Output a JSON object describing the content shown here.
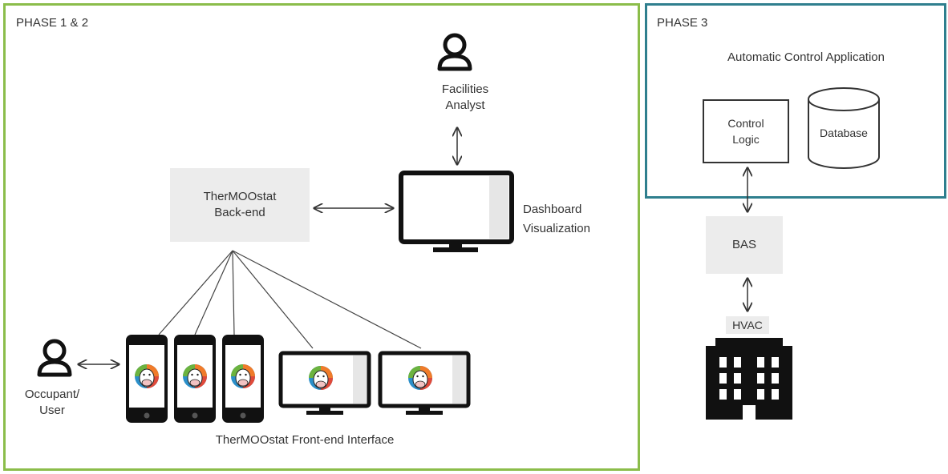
{
  "phase12": {
    "title": "PHASE 1 & 2",
    "facilities_analyst": [
      "Facilities",
      "Analyst"
    ],
    "backend": [
      "TherMOOstat",
      "Back-end"
    ],
    "dashboard": [
      "Dashboard",
      "Visualization"
    ],
    "occupant": [
      "Occupant/",
      "User"
    ],
    "frontend_label": "TherMOOstat Front-end Interface"
  },
  "phase3": {
    "title": "PHASE 3",
    "app_title": "Automatic Control Application",
    "control_logic": [
      "Control",
      "Logic"
    ],
    "database": "Database",
    "bas": "BAS",
    "hvac": "HVAC"
  },
  "colors": {
    "phase12_border": "#8bbd4a",
    "phase3_border": "#2f7f8e",
    "box_fill": "#ececec",
    "device_black": "#111111"
  },
  "icons": [
    "person-icon",
    "monitor-icon",
    "smartphone-icon",
    "cow-logo-icon",
    "building-icon",
    "database-cylinder-icon"
  ]
}
